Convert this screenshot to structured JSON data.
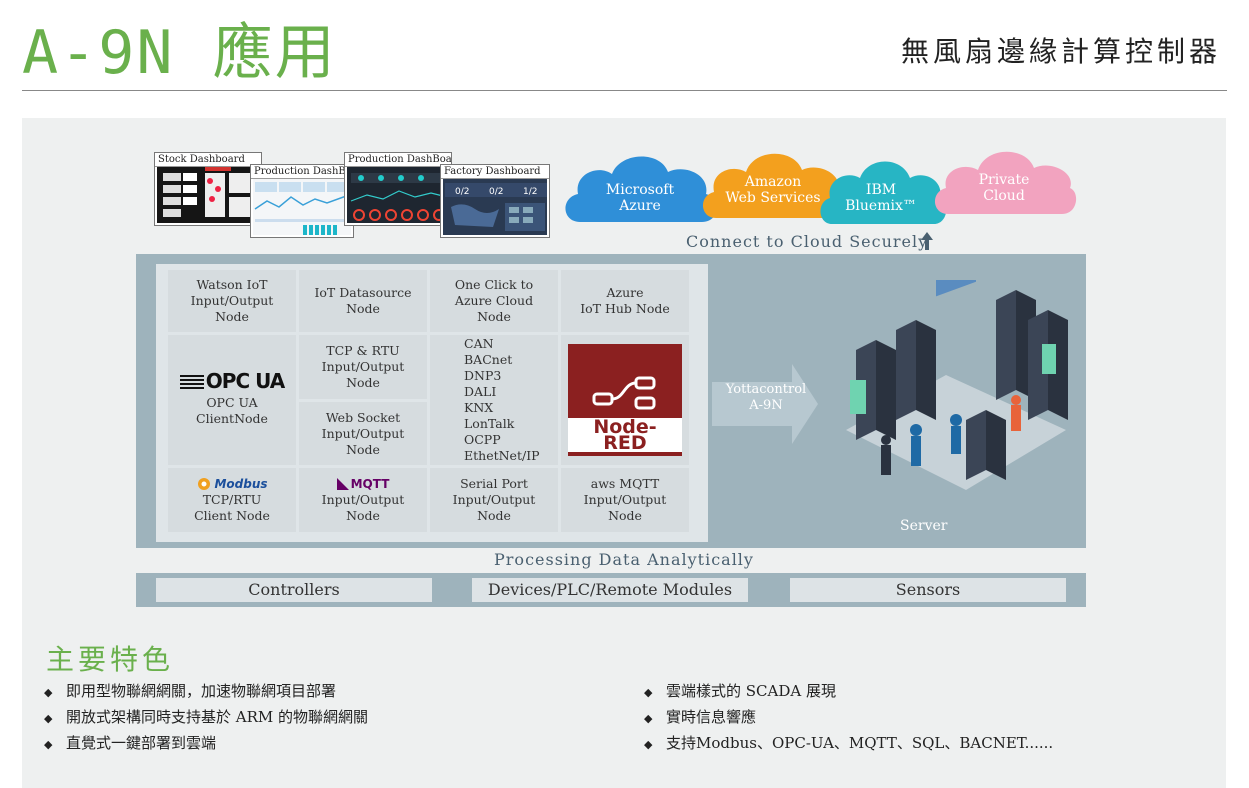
{
  "header": {
    "title": "A-9N 應用",
    "subtitle": "無風扇邊緣計算控制器"
  },
  "dashboards": [
    {
      "title": "Stock Dashboard"
    },
    {
      "title": "Production DashBoard"
    },
    {
      "title": "Production DashBoard"
    },
    {
      "title": "Factory Dashboard"
    }
  ],
  "clouds": [
    {
      "lines": [
        "Microsoft",
        "Azure"
      ],
      "color": "#2f8fd8"
    },
    {
      "lines": [
        "Amazon",
        "Web Services"
      ],
      "color": "#f3a01e"
    },
    {
      "lines": [
        "IBM",
        "Bluemix™"
      ],
      "color": "#27b5c4"
    },
    {
      "lines": [
        "Private",
        "Cloud"
      ],
      "color": "#f2a3bf"
    }
  ],
  "cloud_caption": "Connect to Cloud Securely",
  "nodes": {
    "watson": [
      "Watson IoT",
      "Input/Output",
      "Node"
    ],
    "iot_ds": [
      "IoT Datasource",
      "Node"
    ],
    "one_click": [
      "One Click to",
      "Azure Cloud",
      "Node"
    ],
    "azure_hub": [
      "Azure",
      "IoT Hub Node"
    ],
    "opcua_logo": "OPC UA",
    "opcua": [
      "OPC UA",
      "ClientNode"
    ],
    "tcp_rtu": [
      "TCP & RTU",
      "Input/Output",
      "Node"
    ],
    "websocket": [
      "Web Socket",
      "Input/Output",
      "Node"
    ],
    "protocols": [
      "CAN",
      "BACnet",
      "DNP3",
      "DALI",
      "KNX",
      "LonTalk",
      "OCPP",
      "EthetNet/IP"
    ],
    "nodered_label": "Node-RED",
    "modbus_logo": "Modbus",
    "modbus": [
      "TCP/RTU",
      "Client Node"
    ],
    "mqtt_logo": "MQTT",
    "mqtt": [
      "Input/Output",
      "Node"
    ],
    "serial": [
      "Serial Port",
      "Input/Output",
      "Node"
    ],
    "aws_mqtt": [
      "aws MQTT",
      "Input/Output",
      "Node"
    ]
  },
  "yottacontrol": [
    "Yottacontrol",
    "A-9N"
  ],
  "server_label": "Server",
  "processing_caption": "Processing Data Analytically",
  "bottom_items": [
    "Controllers",
    "Devices/PLC/Remote Modules",
    "Sensors"
  ],
  "features": {
    "title": "主要特色",
    "left": [
      "即用型物聯網網關，加速物聯網項目部署",
      "開放式架構同時支持基於 ARM 的物聯網網關",
      "直覺式一鍵部署到雲端"
    ],
    "right": [
      "雲端樣式的 SCADA 展現",
      "實時信息響應",
      "支持Modbus、OPC-UA、MQTT、SQL、BACNET......"
    ]
  }
}
